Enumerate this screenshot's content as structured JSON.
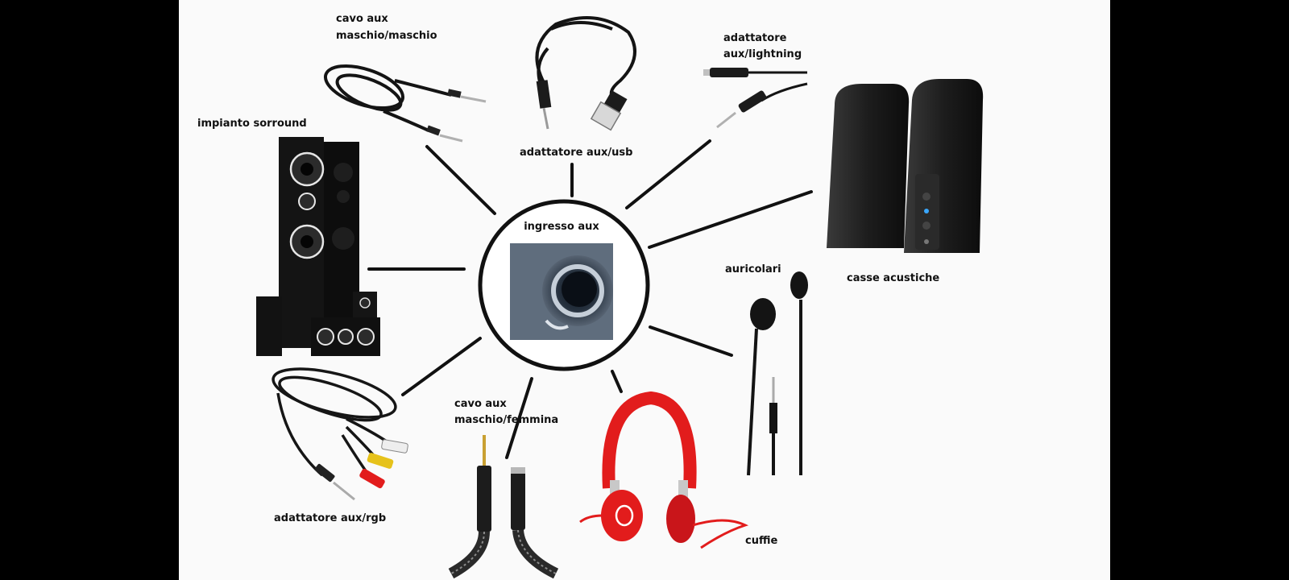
{
  "center": {
    "label": "ingresso aux"
  },
  "devices": [
    {
      "id": "cavo-mm",
      "label_lines": [
        "cavo aux",
        "maschio/maschio"
      ]
    },
    {
      "id": "usb",
      "label_lines": [
        "adattatore aux/usb"
      ]
    },
    {
      "id": "lightning",
      "label_lines": [
        "adattatore",
        "aux/lightning"
      ]
    },
    {
      "id": "surround",
      "label_lines": [
        "impianto sorround"
      ]
    },
    {
      "id": "casse",
      "label_lines": [
        "casse acustiche"
      ]
    },
    {
      "id": "auricolari",
      "label_lines": [
        "auricolari"
      ]
    },
    {
      "id": "rgb",
      "label_lines": [
        "adattatore aux/rgb"
      ]
    },
    {
      "id": "cavo-mf",
      "label_lines": [
        "cavo aux",
        "maschio/femmina"
      ]
    },
    {
      "id": "cuffie",
      "label_lines": [
        "cuffie"
      ]
    }
  ],
  "colors": {
    "background": "#fafafa",
    "line": "#111111",
    "accent_red": "#e21c1c"
  }
}
